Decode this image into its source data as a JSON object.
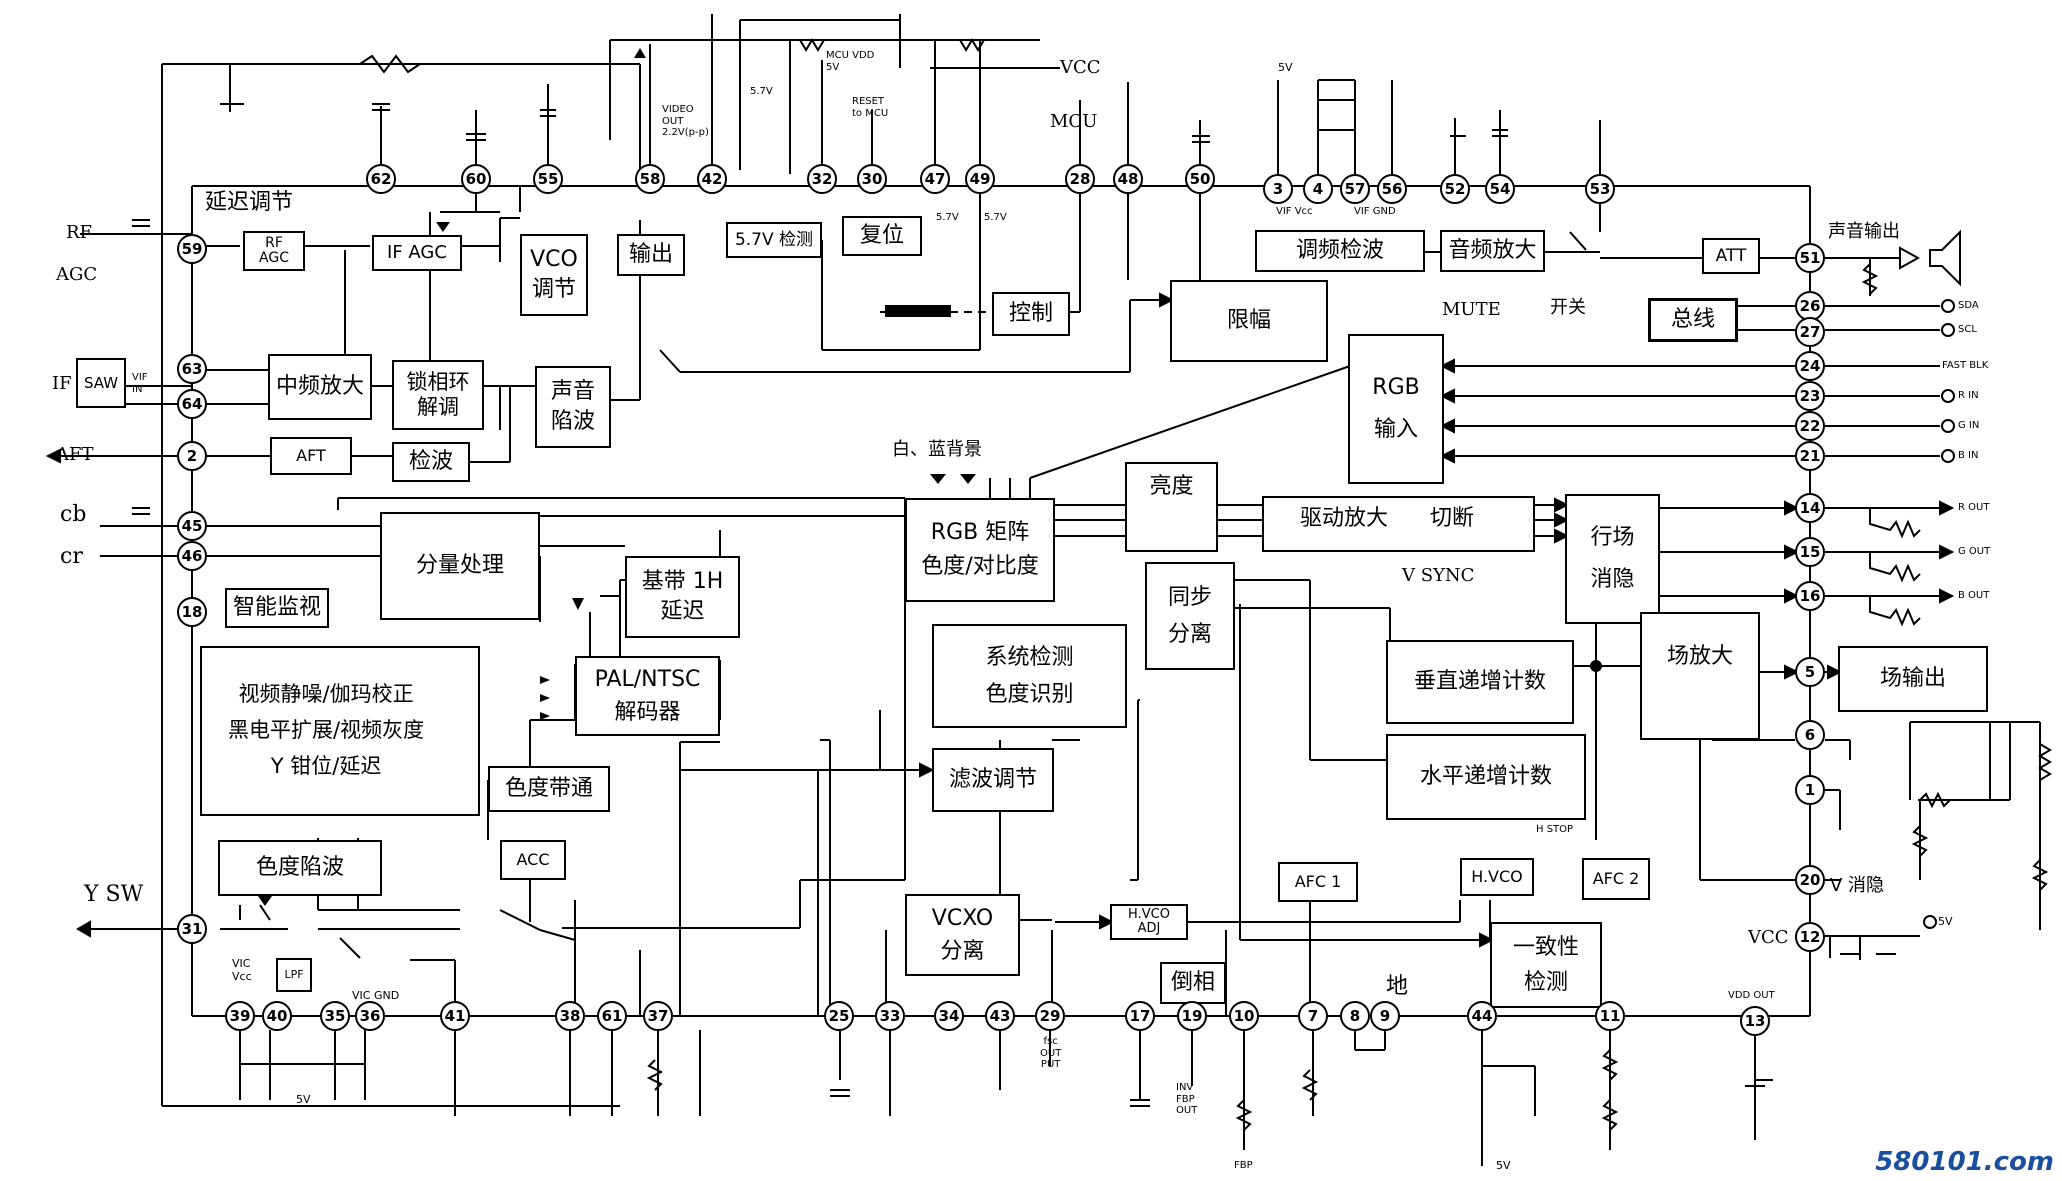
{
  "blocks": {
    "rf_agc": "RF\nAGC",
    "if_agc": "IF  AGC",
    "vco_adj": "VCO\n调节",
    "output": "输出",
    "det57": "5.7V 检测",
    "reset": "复位",
    "control": "控制",
    "fm_det": "调频检波",
    "audio_amp": "音频放大",
    "att": "ATT",
    "limiter": "限幅",
    "bus": "总线",
    "saw": "SAW",
    "if_amp": "中频放大",
    "pll": "锁相环\n解调",
    "sound_trap": "声音\n陷波",
    "aft": "AFT",
    "detect": "检波",
    "rgb_in": "RGB\n输入",
    "comp": "分量处理",
    "baseband": "基带 1H\n延迟",
    "rgb_matrix": "RGB 矩阵\n色度/对比度",
    "bright": "亮度",
    "drive": "驱动放大      切断",
    "hv_blank": "行场\n消隐",
    "smart": "智能监视",
    "video_proc": "视频静噪/伽玛校正\n黑电平扩展/视频灰度\nY 钳位/延迟",
    "pal_ntsc": "PAL/NTSC\n解码器",
    "sync_sep": "同步\n分离",
    "sys_det": "系统检测\n色度识别",
    "vert_cnt": "垂直递增计数",
    "field_amp": "场放大",
    "field_out": "场输出",
    "chroma_bp": "色度带通",
    "filter_adj": "滤波调节",
    "horiz_cnt": "水平递增计数",
    "chroma_trap": "色度陷波",
    "acc": "ACC",
    "afc1": "AFC 1",
    "hvco": "H.VCO",
    "afc2": "AFC 2",
    "vcxo": "VCXO\n分离",
    "hvco_adj": "H.VCO\nADJ",
    "invert": "倒相",
    "consist": "一致性\n检测",
    "lpf": "LPF"
  },
  "labels": {
    "delay_adj": "延迟调节",
    "rf": "RF",
    "agc": "AGC",
    "if": "IF",
    "aft_out": "AFT",
    "vif_in": "VIF\nIN",
    "cb": "cb",
    "cr": "cr",
    "ysw": "Y SW",
    "vic_vcc": "VIC\nVcc",
    "vic_gnd": "VIC GND",
    "five_v_a": "5V",
    "five_v_b": "5V",
    "five_v_c": "5V",
    "five_v_d": "5V",
    "video_out": "VIDEO\nOUT\n2.2V(p-p)",
    "mcu_vdd": "MCU VDD\n5V",
    "reset_mcu": "RESET\nto MCU",
    "v57_a": "5.7V",
    "v57_b": "5.7V",
    "v57_c": "5.7V",
    "vcc_top": "VCC",
    "mcu": "MCU",
    "vif_vcc": "VIF Vcc",
    "vif_gnd": "VIF GND",
    "mute": "MUTE",
    "switch": "开关",
    "sound_out": "声音输出",
    "sda": "SDA",
    "scl": "SCL",
    "fast_blk": "FAST BLK",
    "r_in": "R IN",
    "g_in": "G IN",
    "b_in": "B IN",
    "r_out": "R OUT",
    "g_out": "G OUT",
    "b_out": "B OUT",
    "white_blue": "白、蓝背景",
    "vsync": "V SYNC",
    "h_stop": "H STOP",
    "v_blank": "V 消隐",
    "vcc_right": "VCC",
    "vdd_out": "VDD OUT",
    "ground": "地",
    "fsc_out": "fsc\nOUT\nPUT",
    "inv_fbp": "INV\nFBP\nOUT",
    "fbp": "FBP",
    "watermark": "580101.com"
  },
  "pins": [
    "59",
    "63",
    "64",
    "2",
    "45",
    "46",
    "18",
    "31",
    "39",
    "40",
    "35",
    "36",
    "41",
    "38",
    "61",
    "37",
    "25",
    "33",
    "34",
    "43",
    "29",
    "17",
    "19",
    "10",
    "7",
    "8",
    "9",
    "44",
    "11",
    "13",
    "62",
    "60",
    "55",
    "58",
    "42",
    "32",
    "30",
    "47",
    "49",
    "28",
    "48",
    "50",
    "3",
    "4",
    "57",
    "56",
    "52",
    "54",
    "53",
    "51",
    "26",
    "27",
    "24",
    "23",
    "22",
    "21",
    "14",
    "15",
    "16",
    "5",
    "6",
    "1",
    "20",
    "12"
  ]
}
